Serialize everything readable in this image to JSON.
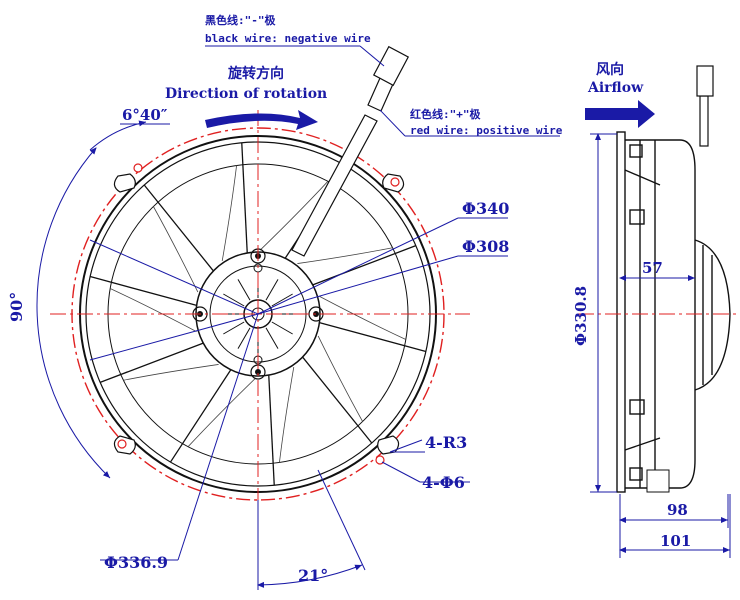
{
  "labels": {
    "black_wire_cn": "黑色线:\"-\"极",
    "black_wire_en": "black wire: negative wire",
    "red_wire_cn": "红色线:\"+\"极",
    "red_wire_en": "red wire: positive wire",
    "rotation_cn": "旋转方向",
    "rotation_en": "Direction of rotation",
    "airflow_cn": "风向",
    "airflow_en": "Airflow"
  },
  "dimensions": {
    "angle_mount": "6°40″",
    "angle_90": "90°",
    "angle_21": "21°",
    "dia_340": "Φ340",
    "dia_308": "Φ308",
    "dia_336_9": "Φ336.9",
    "radius": "4-R3",
    "holes": "4-Φ6",
    "dia_330_8": "Φ330.8",
    "depth_57": "57",
    "depth_98": "98",
    "depth_101": "101"
  },
  "colors": {
    "dimension": "#1a1aa6",
    "outline": "#111111",
    "center_line": "#e02020"
  },
  "icons": {
    "rotation_arrow": "curved-arrow-right",
    "airflow_arrow": "arrow-right"
  }
}
